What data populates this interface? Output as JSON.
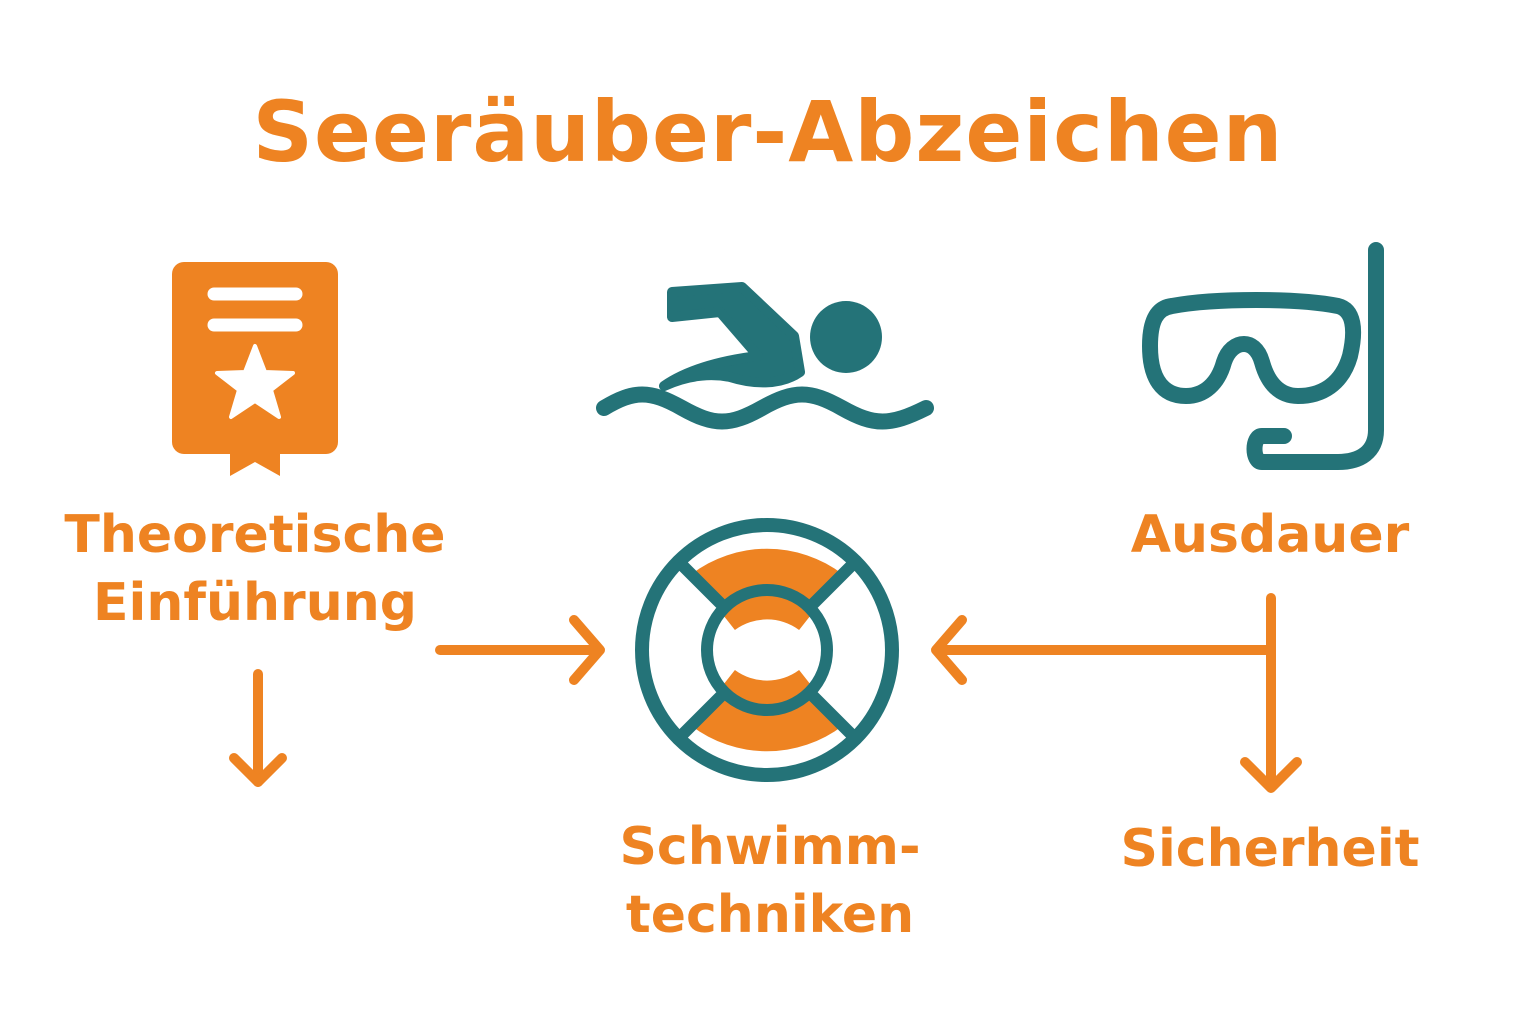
{
  "title": "Seeräuber-Abzeichen",
  "colors": {
    "orange": "#ee8322",
    "teal": "#247378",
    "background": "#ffffff"
  },
  "nodes": [
    {
      "id": "theory",
      "icon": "certificate-star-icon",
      "label_lines": [
        "Theoretische",
        "Einführung"
      ]
    },
    {
      "id": "swim",
      "icon": "swimmer-icon"
    },
    {
      "id": "endurance",
      "icon": "snorkel-mask-icon",
      "label_lines": [
        "Ausdauer"
      ]
    },
    {
      "id": "techniques",
      "icon": "lifebuoy-icon",
      "label_lines": [
        "Schwimm-",
        "techniken"
      ]
    },
    {
      "id": "safety",
      "label_lines": [
        "Sicherheit"
      ]
    }
  ],
  "edges": [
    {
      "from": "theory",
      "to": "techniques"
    },
    {
      "from": "theory",
      "to": ""
    },
    {
      "from": "endurance",
      "to": "techniques"
    },
    {
      "from": "endurance",
      "to": "safety"
    }
  ]
}
